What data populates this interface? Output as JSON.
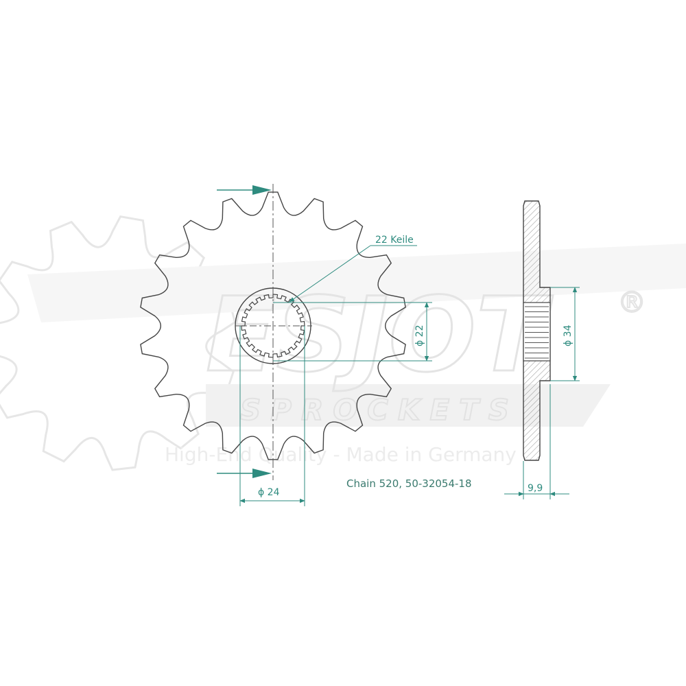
{
  "watermark": {
    "brand": "ESJOT",
    "registered": "®",
    "subtitle": "SPROCKETS",
    "tagline": "High-End Quality - Made in Germany"
  },
  "labels": {
    "splines": "22 Keile",
    "inner_diameter": "ϕ 22",
    "hub_diameter": "ϕ 24",
    "side_diameter": "ϕ 34",
    "thickness": "9,9",
    "part_caption": "Chain 520, 50-32054-18"
  },
  "specs": {
    "teeth": 18,
    "splines": 22
  },
  "colors": {
    "outline": "#444444",
    "dimension": "#2e8b7f",
    "caption": "#3a7a6e",
    "hatch": "#777777",
    "watermark": "#eaeaea"
  }
}
